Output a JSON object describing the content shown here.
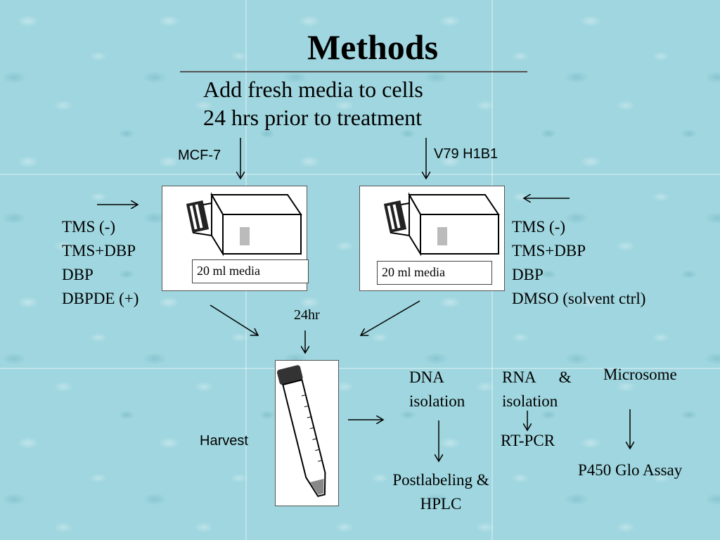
{
  "title": "Methods",
  "subtitle": {
    "line1": "Add fresh media to cells",
    "line2": "24 hrs prior to treatment"
  },
  "cell_lines": {
    "left": "MCF-7",
    "right": "V79 H1B1"
  },
  "media_label": "20 ml media",
  "treatments_left": [
    "TMS (-)",
    "TMS+DBP",
    "DBP",
    "DBPDE (+)"
  ],
  "treatments_right": [
    "TMS (-)",
    "TMS+DBP",
    "DBP",
    "DMSO (solvent ctrl)"
  ],
  "time_label": "24hr",
  "harvest_label": "Harvest",
  "outputs": {
    "dna": {
      "line1": "DNA",
      "line2": "isolation"
    },
    "rna": {
      "line1": "RNA",
      "amp": "&",
      "line2": "isolation"
    },
    "microsome": "Microsome"
  },
  "assays": {
    "postlabeling": {
      "line1": "Postlabeling &",
      "line2": "HPLC"
    },
    "rtpcr": "RT-PCR",
    "p450": "P450 Glo Assay"
  }
}
